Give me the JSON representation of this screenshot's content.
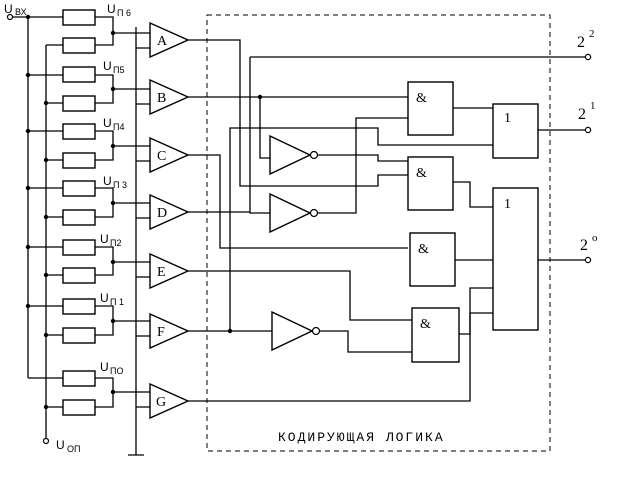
{
  "title": "КОДИРУЮЩАЯ ЛОГИКА",
  "input_label": {
    "main": "U",
    "sub": "ВХ"
  },
  "reference_label": {
    "main": "U",
    "sub": "ОП"
  },
  "threshold_labels": [
    {
      "main": "U",
      "sub": "П 6"
    },
    {
      "main": "U",
      "sub": "П5"
    },
    {
      "main": "U",
      "sub": "П4"
    },
    {
      "main": "U",
      "sub": "П 3"
    },
    {
      "main": "U",
      "sub": "П2"
    },
    {
      "main": "U",
      "sub": "П 1"
    },
    {
      "main": "U",
      "sub": "ПО"
    }
  ],
  "comparators": [
    "A",
    "B",
    "C",
    "D",
    "E",
    "F",
    "G"
  ],
  "gates": {
    "and": "&",
    "or": "1"
  },
  "outputs": [
    {
      "base": "2",
      "exp": "2"
    },
    {
      "base": "2",
      "exp": "1"
    },
    {
      "base": "2",
      "exp": "o"
    }
  ]
}
